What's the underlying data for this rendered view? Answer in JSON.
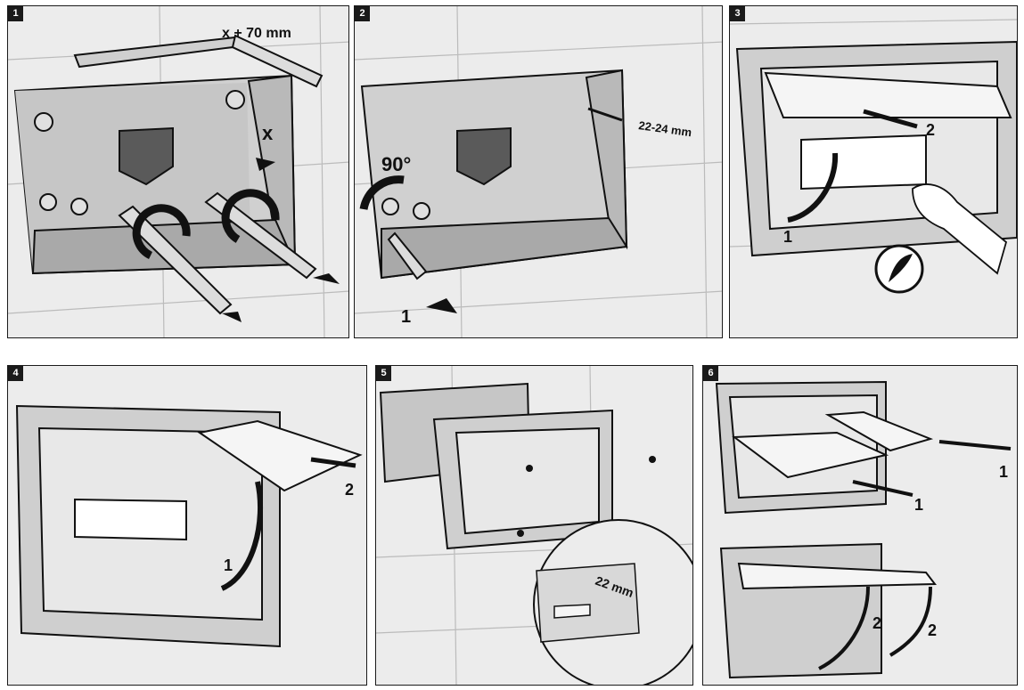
{
  "panels": [
    {
      "step": "1",
      "dimension": "x + 70 mm",
      "x_label": "x"
    },
    {
      "step": "2",
      "angle": "90°",
      "gap": "22-24 mm",
      "callout": "1"
    },
    {
      "step": "3",
      "callout_1": "1",
      "callout_2": "2"
    },
    {
      "step": "4",
      "callout_1": "1",
      "callout_2": "2"
    },
    {
      "step": "5",
      "depth": "22 mm"
    },
    {
      "step": "6",
      "callout_a": "1",
      "callout_b": "1",
      "callout_c": "2",
      "callout_d": "2"
    }
  ],
  "colors": {
    "wall": "#ececec",
    "frame": "#cfcfcf",
    "box": "#c4c4c4",
    "cover": "#f4f4f4",
    "ink": "#111111"
  }
}
